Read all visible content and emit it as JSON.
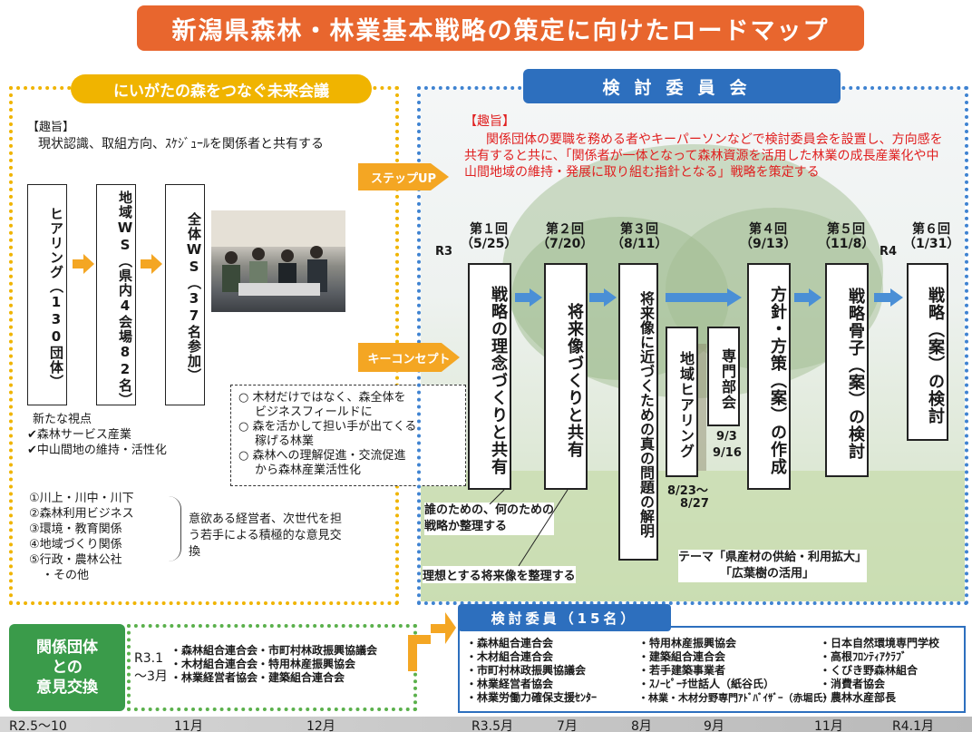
{
  "title": "新潟県森林・林業基本戦略の策定に向けたロードマップ",
  "left": {
    "header": "にいがたの森をつなぐ未来会議",
    "purpose_title": "【趣旨】",
    "purpose_text": "現状認識、取組方向、ｽｹｼﾞｭｰﾙを関係者と共有する",
    "steps": [
      "ヒアリング（130団体）",
      "地域WS（県内4会場82名）",
      "全体WS（37名参加）"
    ],
    "new_views_title": "新たな視点",
    "new_views": [
      "✔森林サービス産業",
      "✔中山間地の維持・活性化"
    ],
    "list": [
      "①川上・川中・川下",
      "②森林利用ビジネス",
      "③環境・教育関係",
      "④地域づくり関係",
      "⑤行政・農林公社",
      "・その他"
    ],
    "list_note": "意欲ある経営者、次世代を担う若手による積極的な意見交換"
  },
  "concept_box": [
    "○ 木材だけではなく、森全体を",
    "ビジネスフィールドに",
    "○ 森を活かして担い手が出てくる",
    "稼げる林業",
    "○ 森林への理解促進・交流促進",
    "から森林産業活性化"
  ],
  "arrows": {
    "step_up": "ステップUP",
    "key_concept": "キーコンセプト"
  },
  "right": {
    "header": "検討委員会",
    "purpose_title": "【趣旨】",
    "purpose_text": "関係団体の要職を務める者やキーパーソンなどで検討委員会を設置し、方向感を共有すると共に、「関係者が一体となって森林資源を活用した林業の成長産業化や中山間地域の維持・発展に取り組む指針となる」戦略を策定する",
    "r3": "R3",
    "r4": "R4",
    "meetings": [
      {
        "label": "第１回",
        "date": "（5/25）",
        "content": "戦略の理念づくりと共有"
      },
      {
        "label": "第２回",
        "date": "（7/20）",
        "content": "将来像づくりと共有"
      },
      {
        "label": "第３回",
        "date": "（8/11）",
        "content": "将来像に近づくための真の問題の解明"
      },
      {
        "label": "第４回",
        "date": "（9/13）",
        "content": "方針・方策（案）の作成"
      },
      {
        "label": "第５回",
        "date": "（11/8）",
        "content": "戦略骨子（案）の検討"
      },
      {
        "label": "第６回",
        "date": "（1/31）",
        "content": "戦略（案）の検討"
      }
    ],
    "regional_hearing": "地域ヒアリング",
    "regional_hearing_date1": "8/23〜",
    "regional_hearing_date2": "8/27",
    "expert": "専門部会",
    "expert_date1": "9/3",
    "expert_date2": "9/16",
    "note1_line1": "誰のための、何のための",
    "note1_line2": "戦略か整理する",
    "note2": "理想とする将来像を整理する",
    "theme_line1": "テーマ「県産材の供給・利用拡大」",
    "theme_line2": "「広葉樹の活用」"
  },
  "bottom": {
    "exchange": [
      "関係団体",
      "との",
      "意見交換"
    ],
    "period_line1": "R3.1",
    "period_line2": "〜3月",
    "groups": [
      "・森林組合連合会・市町村林政振興協議会",
      "・木材組合連合会・特用林産振興協会",
      "・林業経営者協会・建築組合連合会"
    ],
    "committee_header": "検討委員（15名）",
    "members_col1": [
      "・森林組合連合会",
      "・木材組合連合会",
      "・市町村林政振興協議会",
      "・林業経営者協会",
      "・林業労働力確保支援ｾﾝﾀｰ"
    ],
    "members_col2": [
      "・特用林産振興協会",
      "・建築組合連合会",
      "・若手建築事業者",
      "・ｽﾉｰﾋﾟｰﾁ世話人（紙谷氏）",
      "・林業・木材分野専門ｱﾄﾞﾊﾞｲｻﾞｰ（赤堀氏）"
    ],
    "members_col3": [
      "・日本自然環境専門学校",
      "・高根ﾌﾛﾝﾃｨｱｸﾗﾌﾞ",
      "・くびき野森林組合",
      "・消費者協会",
      "・農林水産部長"
    ]
  },
  "timeline": [
    "R2.5〜10",
    "11月",
    "12月",
    "R3.5月",
    "7月",
    "8月",
    "9月",
    "11月",
    "R4.1月"
  ]
}
